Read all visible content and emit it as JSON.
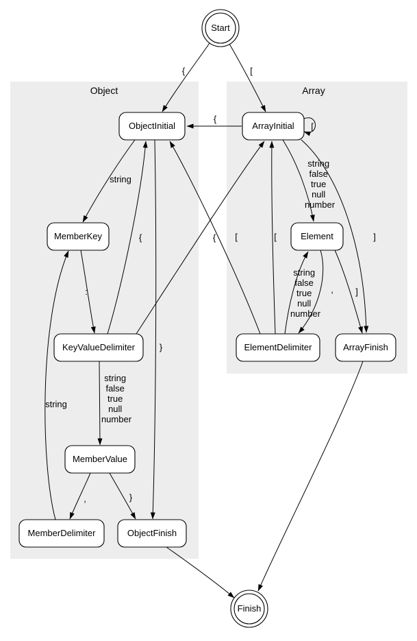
{
  "diagram": {
    "type": "state-machine",
    "clusters": [
      {
        "id": "object",
        "label": "Object"
      },
      {
        "id": "array",
        "label": "Array"
      }
    ],
    "nodes": {
      "start": {
        "label": "Start",
        "shape": "doublecircle"
      },
      "objectInitial": {
        "label": "ObjectInitial",
        "shape": "rounded-box",
        "cluster": "Object"
      },
      "memberKey": {
        "label": "MemberKey",
        "shape": "rounded-box",
        "cluster": "Object"
      },
      "keyValueDelimiter": {
        "label": "KeyValueDelimiter",
        "shape": "rounded-box",
        "cluster": "Object"
      },
      "memberValue": {
        "label": "MemberValue",
        "shape": "rounded-box",
        "cluster": "Object"
      },
      "memberDelimiter": {
        "label": "MemberDelimiter",
        "shape": "rounded-box",
        "cluster": "Object"
      },
      "objectFinish": {
        "label": "ObjectFinish",
        "shape": "rounded-box",
        "cluster": "Object"
      },
      "arrayInitial": {
        "label": "ArrayInitial",
        "shape": "rounded-box",
        "cluster": "Array"
      },
      "element": {
        "label": "Element",
        "shape": "rounded-box",
        "cluster": "Array"
      },
      "elementDelimiter": {
        "label": "ElementDelimiter",
        "shape": "rounded-box",
        "cluster": "Array"
      },
      "arrayFinish": {
        "label": "ArrayFinish",
        "shape": "rounded-box",
        "cluster": "Array"
      },
      "finish": {
        "label": "Finish",
        "shape": "doublecircle"
      }
    },
    "edges": [
      {
        "from": "Start",
        "to": "ObjectInitial",
        "label": "{"
      },
      {
        "from": "Start",
        "to": "ArrayInitial",
        "label": "["
      },
      {
        "from": "ObjectInitial",
        "to": "MemberKey",
        "label": "string"
      },
      {
        "from": "ObjectInitial",
        "to": "ObjectFinish",
        "label": "}"
      },
      {
        "from": "MemberKey",
        "to": "KeyValueDelimiter",
        "label": ":"
      },
      {
        "from": "KeyValueDelimiter",
        "to": "MemberValue",
        "label_lines": [
          "string",
          "false",
          "true",
          "null",
          "number"
        ]
      },
      {
        "from": "KeyValueDelimiter",
        "to": "ObjectInitial",
        "label": "{"
      },
      {
        "from": "KeyValueDelimiter",
        "to": "ArrayInitial",
        "label": "["
      },
      {
        "from": "MemberValue",
        "to": "MemberDelimiter",
        "label": ","
      },
      {
        "from": "MemberValue",
        "to": "ObjectFinish",
        "label": "}"
      },
      {
        "from": "MemberDelimiter",
        "to": "MemberKey",
        "label": "string"
      },
      {
        "from": "ArrayInitial",
        "to": "ObjectInitial",
        "label": "{"
      },
      {
        "from": "ArrayInitial",
        "to": "ArrayInitial",
        "label": "["
      },
      {
        "from": "ArrayInitial",
        "to": "Element",
        "label_lines": [
          "string",
          "false",
          "true",
          "null",
          "number"
        ]
      },
      {
        "from": "ArrayInitial",
        "to": "ArrayFinish",
        "label": "]"
      },
      {
        "from": "Element",
        "to": "ElementDelimiter",
        "label": ","
      },
      {
        "from": "Element",
        "to": "ArrayFinish",
        "label": "]"
      },
      {
        "from": "ElementDelimiter",
        "to": "Element",
        "label_lines": [
          "string",
          "false",
          "true",
          "null",
          "number"
        ]
      },
      {
        "from": "ElementDelimiter",
        "to": "ObjectInitial",
        "label": "{"
      },
      {
        "from": "ElementDelimiter",
        "to": "ArrayInitial",
        "label": "["
      },
      {
        "from": "ObjectFinish",
        "to": "Finish",
        "label": ""
      },
      {
        "from": "ArrayFinish",
        "to": "Finish",
        "label": ""
      }
    ],
    "colors": {
      "background": "#ffffff",
      "cluster_fill": "#ededed",
      "node_fill": "#ffffff",
      "stroke": "#000000",
      "text": "#000000"
    }
  }
}
